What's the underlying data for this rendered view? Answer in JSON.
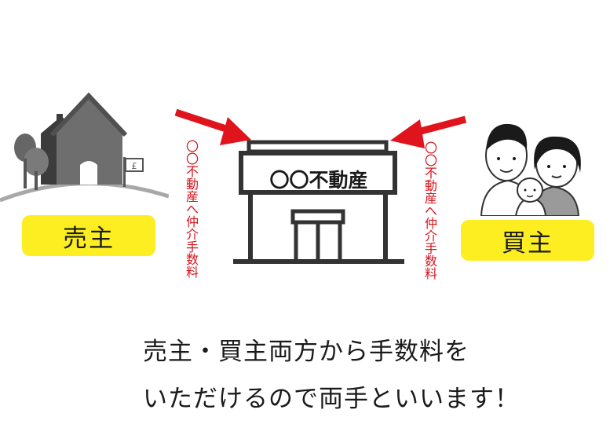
{
  "seller": {
    "label": "売主"
  },
  "buyer": {
    "label": "買主"
  },
  "office": {
    "name": "〇〇不動産"
  },
  "fee_left": "〇〇不動産へ仲介手数料",
  "fee_right": "〇〇不動産へ仲介手数料",
  "caption": {
    "line1": "売主・買主両方から手数料を",
    "line2": "いただけるので両手といいます！"
  },
  "house_sign": "£",
  "colors": {
    "arrow": "#e0141c",
    "label_bg": "#fcee21",
    "fee_text": "#d8141c",
    "house": "#555555",
    "tree": "#6e6e6e",
    "outline": "#333333"
  }
}
